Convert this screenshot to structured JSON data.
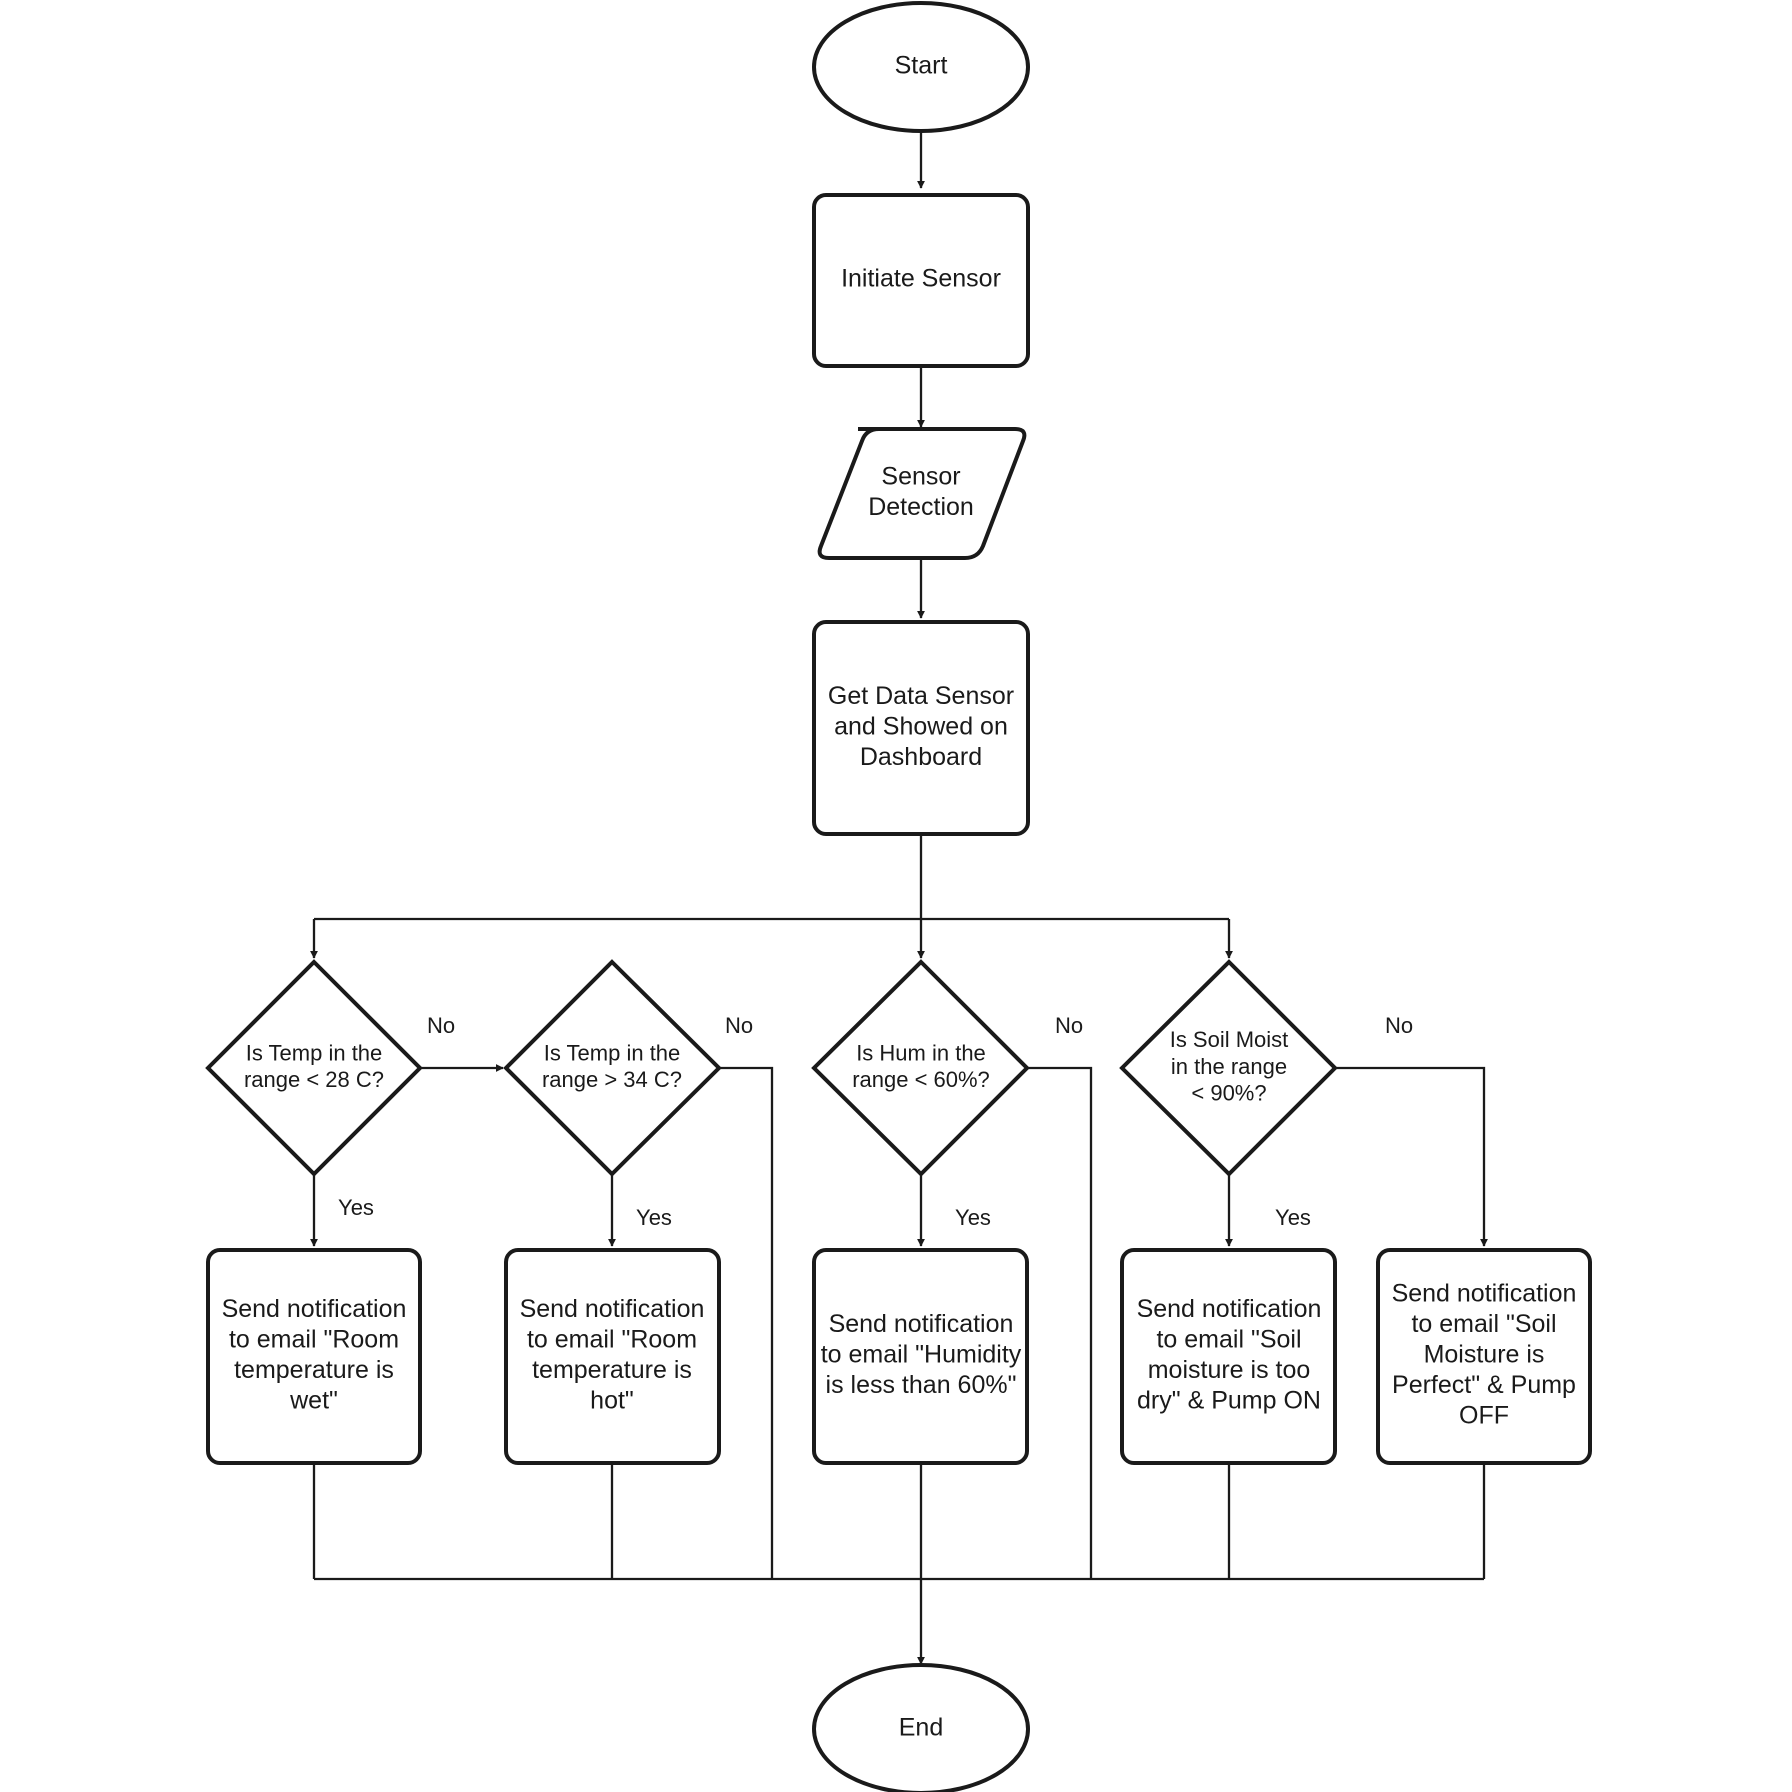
{
  "nodes": {
    "start": {
      "lines": [
        "Start"
      ]
    },
    "initiate": {
      "lines": [
        "Initiate Sensor"
      ]
    },
    "detection": {
      "lines": [
        "Sensor",
        "Detection"
      ]
    },
    "getdata": {
      "lines": [
        "Get Data Sensor",
        "and Showed on",
        "Dashboard"
      ]
    },
    "dec_temp_low": {
      "lines": [
        "Is Temp in the",
        "range < 28 C?"
      ]
    },
    "dec_temp_high": {
      "lines": [
        "Is Temp in the",
        "range > 34 C?"
      ]
    },
    "dec_hum": {
      "lines": [
        "Is Hum in the",
        "range < 60%?"
      ]
    },
    "dec_soil": {
      "lines": [
        "Is Soil Moist",
        "in the range",
        "< 90%?"
      ]
    },
    "notif_wet": {
      "lines": [
        "Send notification",
        "to email \"Room",
        "temperature is",
        "wet\""
      ]
    },
    "notif_hot": {
      "lines": [
        "Send notification",
        "to email \"Room",
        "temperature is",
        "hot\""
      ]
    },
    "notif_hum": {
      "lines": [
        "Send notification",
        "to email \"Humidity",
        "is less than 60%\""
      ]
    },
    "notif_dry": {
      "lines": [
        "Send notification",
        "to email \"Soil",
        "moisture is too",
        "dry\" & Pump ON"
      ]
    },
    "notif_perfect": {
      "lines": [
        "Send notification",
        "to email \"Soil",
        "Moisture is",
        "Perfect\" & Pump",
        "OFF"
      ]
    },
    "end": {
      "lines": [
        "End"
      ]
    }
  },
  "edge_labels": {
    "no1": "No",
    "no2": "No",
    "no3": "No",
    "no4": "No",
    "yes1": "Yes",
    "yes2": "Yes",
    "yes3": "Yes",
    "yes4": "Yes"
  },
  "colors": {
    "stroke": "#1a1a1a",
    "fill": "#ffffff",
    "background": "#ffffff"
  }
}
